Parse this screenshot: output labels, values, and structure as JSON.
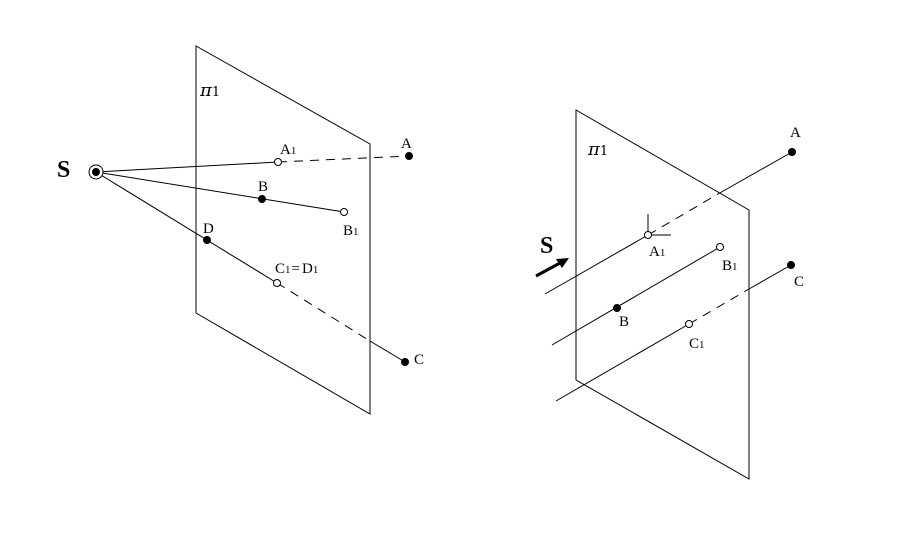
{
  "central_projection": {
    "source_label": "S",
    "plane_label": {
      "main": "π",
      "sub": "1"
    },
    "points": {
      "A": "A",
      "A1": {
        "main": "A",
        "sub": "1"
      },
      "B": "B",
      "B1": {
        "main": "B",
        "sub": "1"
      },
      "C": "C",
      "D": "D",
      "C1D1": {
        "main1": "C",
        "sub1": "1",
        "eq": "=",
        "main2": "D",
        "sub2": "1"
      }
    }
  },
  "parallel_projection": {
    "direction_label": "S",
    "plane_label": {
      "main": "π",
      "sub": "1"
    },
    "points": {
      "A": "A",
      "A1": {
        "main": "A",
        "sub": "1"
      },
      "B": "B",
      "B1": {
        "main": "B",
        "sub": "1"
      },
      "C": "C",
      "C1": {
        "main": "C",
        "sub": "1"
      }
    }
  }
}
